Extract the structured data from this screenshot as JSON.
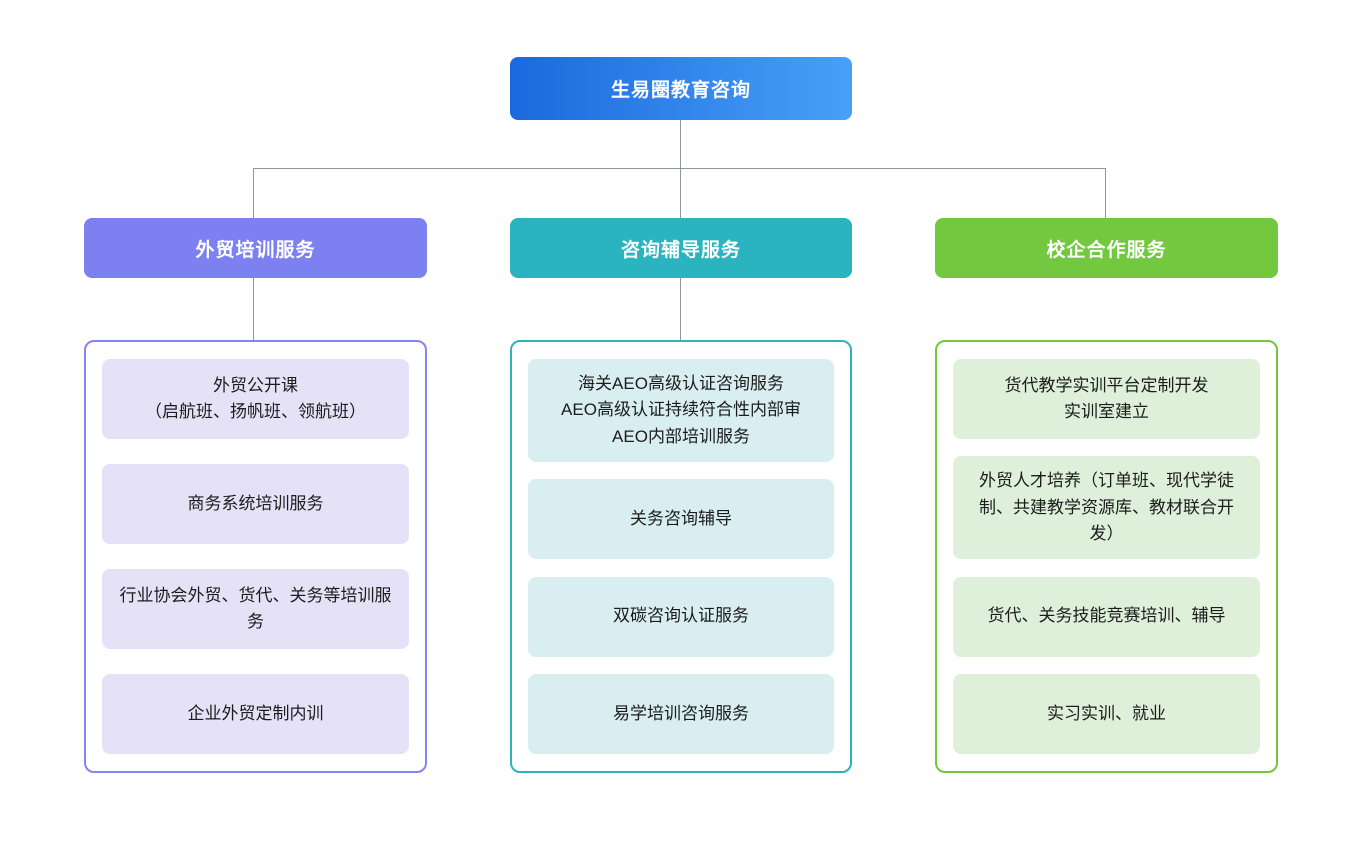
{
  "diagram": {
    "connector_color": "#8e959d",
    "root": {
      "label": "生易圈教育咨询",
      "gradient_from": "#1b69de",
      "gradient_to": "#48a0f7",
      "text_color": "#ffffff"
    },
    "branches": [
      {
        "label": "外贸培训服务",
        "accent": "#7c80f1",
        "border": "#8286f2",
        "item_bg": "#e5e2f8",
        "items": [
          [
            "外贸公开课",
            "（启航班、扬帆班、领航班）"
          ],
          [
            "商务系统培训服务"
          ],
          [
            "行业协会外贸、货代、关务等培训服务"
          ],
          [
            "企业外贸定制内训"
          ]
        ]
      },
      {
        "label": "咨询辅导服务",
        "accent": "#29b4c0",
        "border": "#2ab5bd",
        "item_bg": "#d9eef1",
        "items": [
          [
            "海关AEO高级认证咨询服务",
            "AEO高级认证持续符合性内部审",
            "AEO内部培训服务"
          ],
          [
            "关务咨询辅导"
          ],
          [
            "双碳咨询认证服务"
          ],
          [
            "易学培训咨询服务"
          ]
        ]
      },
      {
        "label": "校企合作服务",
        "accent": "#72c83f",
        "border": "#74c83c",
        "item_bg": "#def0da",
        "items": [
          [
            "货代教学实训平台定制开发",
            "实训室建立"
          ],
          [
            "外贸人才培养（订单班、现代学徒制、共建教学资源库、教材联合开发）"
          ],
          [
            "货代、关务技能竞赛培训、辅导"
          ],
          [
            "实习实训、就业"
          ]
        ]
      }
    ]
  }
}
